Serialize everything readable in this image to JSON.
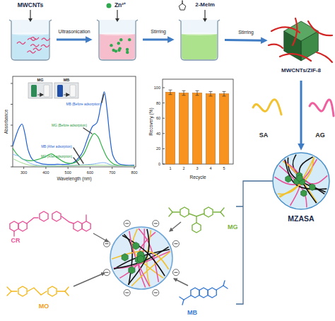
{
  "diagram": {
    "nodes": [
      {
        "text": [
          "MWCNTs"
        ]
      },
      {
        "text": [
          "Zn²⁺"
        ]
      },
      {
        "text": [
          "2-MeIm"
        ]
      },
      {
        "text": [
          "MWCNTs/ZIF-8"
        ]
      },
      {
        "text": [
          "MZASA"
        ]
      }
    ],
    "edges": [
      {
        "from": 0,
        "to": 1,
        "label": "Ultrasonication",
        "arrow": "to"
      },
      {
        "from": 1,
        "to": 2,
        "label": "Stirring",
        "arrow": "to"
      },
      {
        "from": 2,
        "to": 3,
        "label": "Stirring",
        "arrow": "to"
      },
      {
        "from": 3,
        "to": 4,
        "arrow": "to"
      }
    ],
    "labels": [
      "SA",
      "AG",
      "MG",
      "MB",
      "Absorbance",
      "Wavelength (nm)",
      "300",
      "400",
      "500",
      "600",
      "700",
      "800",
      "MB (Before adsorption)",
      "MG (Before adsorption)",
      "MB (After adsorption)",
      "MG (After adsorption)",
      "Recovery (%)",
      "0",
      "20",
      "40",
      "60",
      "80",
      "100",
      "Recycle",
      "1",
      "2",
      "3",
      "4",
      "5",
      "CR",
      "MG",
      "MO",
      "MB"
    ]
  }
}
